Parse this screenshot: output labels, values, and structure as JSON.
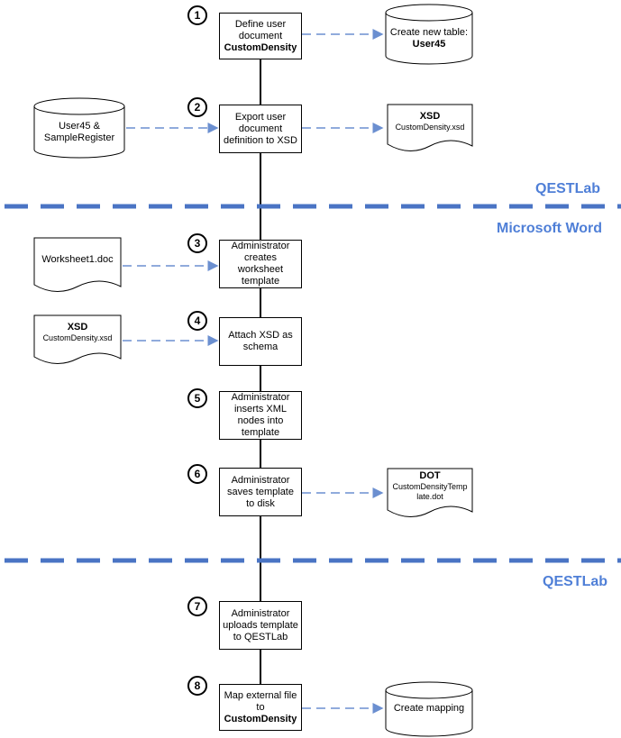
{
  "steps": [
    {
      "num": "1",
      "line1": "Define user",
      "line2": "document",
      "bold": "CustomDensity"
    },
    {
      "num": "2",
      "text": "Export user document definition to XSD"
    },
    {
      "num": "3",
      "text": "Administrator creates worksheet template"
    },
    {
      "num": "4",
      "text": "Attach XSD as schema"
    },
    {
      "num": "5",
      "text": "Administrator inserts XML nodes into template"
    },
    {
      "num": "6",
      "text": "Administrator saves template to disk"
    },
    {
      "num": "7",
      "text": "Administrator uploads template to QESTLab"
    },
    {
      "num": "8",
      "line1": "Map external file",
      "line2": "to",
      "bold": "CustomDensity"
    }
  ],
  "databases": {
    "new_table_label": "Create new table:",
    "new_table_bold": "User45",
    "source": "User45 & SampleRegister",
    "mapping": "Create mapping"
  },
  "documents": {
    "xsd_title": "XSD",
    "xsd_file": "CustomDensity.xsd",
    "worksheet": "Worksheet1.doc",
    "xsd2_title": "XSD",
    "xsd2_file": "CustomDensity.xsd",
    "dot_title": "DOT",
    "dot_file": "CustomDensityTemp late.dot"
  },
  "sections": {
    "qestlab_top": "QESTLab",
    "word": "Microsoft Word",
    "qestlab_bottom": "QESTLab"
  },
  "colors": {
    "divider": "#4a74c4",
    "arrow": "#6b8fd0",
    "section_text": "#4f7fd7"
  }
}
